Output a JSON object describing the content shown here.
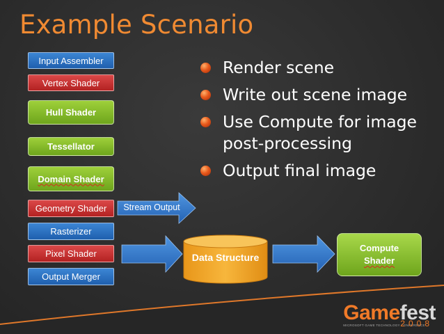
{
  "title": "Example Scenario",
  "pipeline": [
    {
      "label": "Input Assembler",
      "color": "#2a72c4"
    },
    {
      "label": "Vertex Shader",
      "color": "#c83333"
    },
    {
      "label": "Hull Shader",
      "color": "#86bd2a"
    },
    {
      "label": "Tessellator",
      "color": "#86bd2a"
    },
    {
      "label": "Domain Shader",
      "color": "#86bd2a"
    },
    {
      "label": "Geometry Shader",
      "color": "#c83333"
    },
    {
      "label": "Rasterizer",
      "color": "#2a72c4"
    },
    {
      "label": "Pixel Shader",
      "color": "#c83333"
    },
    {
      "label": "Output Merger",
      "color": "#2a72c4"
    }
  ],
  "bullets": [
    "Render scene",
    "Write out scene image",
    "Use Compute for image post-processing",
    "Output final image"
  ],
  "diagram": {
    "stream_output": "Stream Output",
    "data_structure": "Data Structure",
    "compute_line1": "Compute",
    "compute_line2": "Shader"
  },
  "colors": {
    "title": "#f08a32",
    "arrow": "#3a7fd0",
    "cylinder": "#f2a82a",
    "compute": "#8cc63f",
    "background": "#2d2d2d"
  },
  "logo": {
    "game": "Game",
    "fest": "fest",
    "subtitle": "MICROSOFT GAME TECHNOLOGY CONFERENCE",
    "year": "2008"
  }
}
